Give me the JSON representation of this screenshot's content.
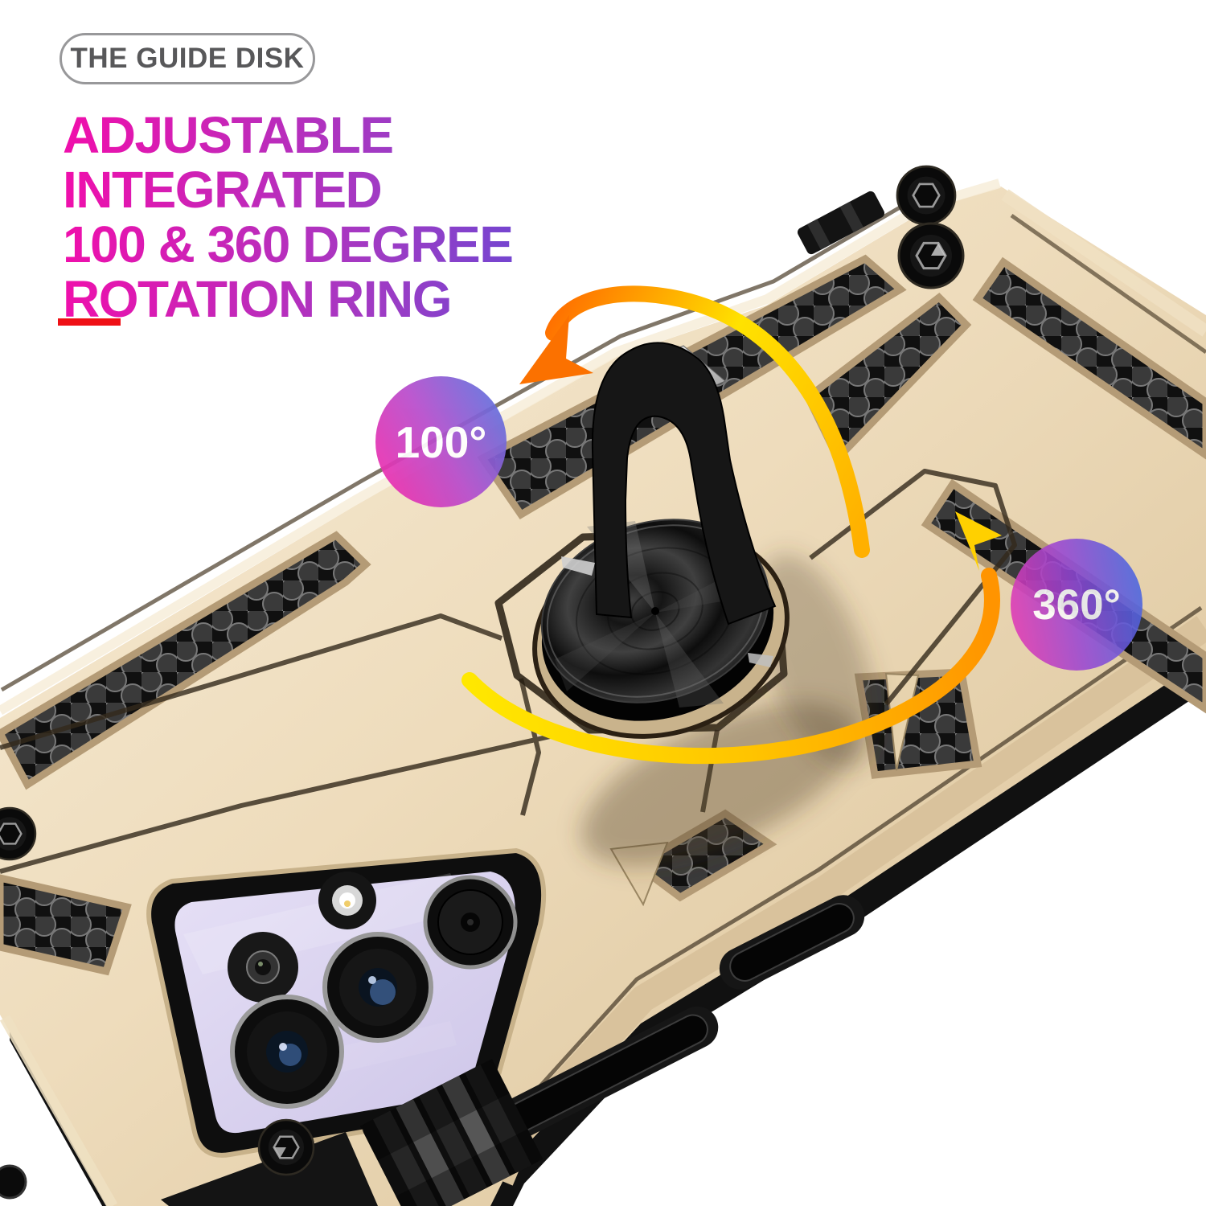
{
  "pill": {
    "label": "THE GUIDE DISK"
  },
  "heading": {
    "line1": "ADJUSTABLE INTEGRATED",
    "line2": "100 & 360 DEGREE",
    "line3": "ROTATION RING"
  },
  "badges": {
    "deg100": "100°",
    "deg360": "360°"
  },
  "colors": {
    "heading_gradient_start": "#ee10ac",
    "heading_gradient_mid": "#8b3ccc",
    "heading_gradient_end": "#1b57d5",
    "accent_red": "#ef1016",
    "pill_border": "#98989a",
    "pill_text": "#58585a",
    "badge_pink": "#e838b0",
    "badge_purple": "#9747d3",
    "badge_blue": "#4566e0",
    "case_gold": "#e8d5b2",
    "case_rim_black": "#111111",
    "honeycomb_dark": "#101010",
    "phone_back_lavender": "#d9d2ee",
    "arrow_yellow": "#ffe200",
    "arrow_orange": "#ff7000"
  }
}
